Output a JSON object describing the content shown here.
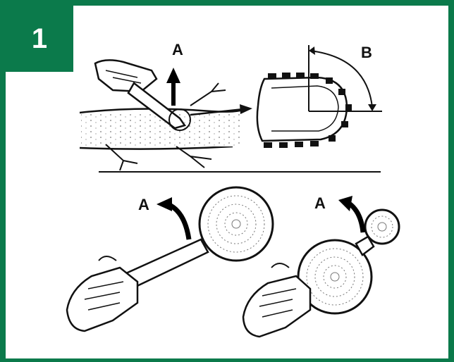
{
  "figure": {
    "number": "1",
    "label_a": "A",
    "label_b": "B",
    "border_color": "#0b7a4b"
  }
}
